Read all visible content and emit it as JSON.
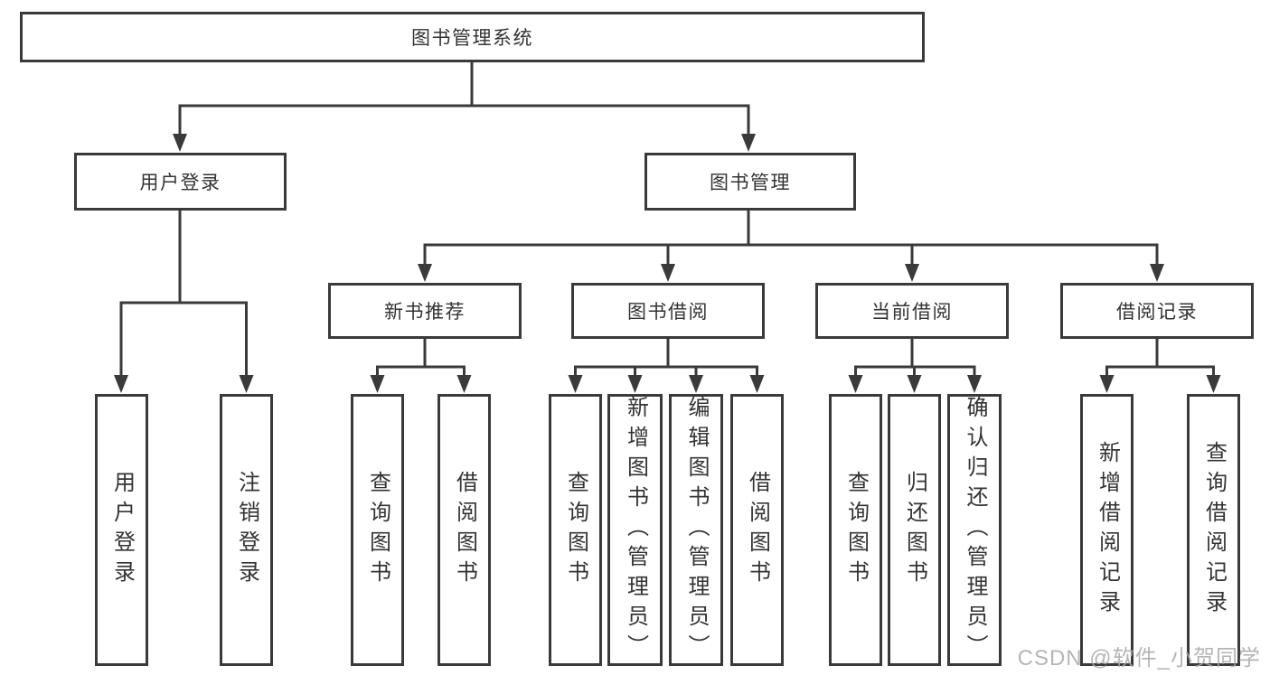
{
  "nodes": {
    "root": {
      "label": "图书管理系统"
    },
    "user_login": {
      "label": "用户登录"
    },
    "book_mgmt": {
      "label": "图书管理"
    },
    "new_book_rec": {
      "label": "新书推荐"
    },
    "book_borrow": {
      "label": "图书借阅"
    },
    "current_borrow": {
      "label": "当前借阅"
    },
    "borrow_records": {
      "label": "借阅记录"
    },
    "leaf_user_login": {
      "label": "用户登录"
    },
    "leaf_logout": {
      "label": "注销登录"
    },
    "leaf_nb_query": {
      "label": "查询图书"
    },
    "leaf_nb_borrow": {
      "label": "借阅图书"
    },
    "leaf_bb_query": {
      "label": "查询图书"
    },
    "leaf_bb_add": {
      "label": "新增图书（管理员）"
    },
    "leaf_bb_edit": {
      "label": "编辑图书（管理员）"
    },
    "leaf_bb_borrow": {
      "label": "借阅图书"
    },
    "leaf_cb_query": {
      "label": "查询图书"
    },
    "leaf_cb_return": {
      "label": "归还图书"
    },
    "leaf_cb_confirm": {
      "label": "确认归还（管理员）"
    },
    "leaf_br_add": {
      "label": "新增借阅记录"
    },
    "leaf_br_query": {
      "label": "查询借阅记录"
    }
  },
  "hierarchy": {
    "图书管理系统": {
      "用户登录": [
        "用户登录",
        "注销登录"
      ],
      "图书管理": {
        "新书推荐": [
          "查询图书",
          "借阅图书"
        ],
        "图书借阅": [
          "查询图书",
          "新增图书（管理员）",
          "编辑图书（管理员）",
          "借阅图书"
        ],
        "当前借阅": [
          "查询图书",
          "归还图书",
          "确认归还（管理员）"
        ],
        "借阅记录": [
          "新增借阅记录",
          "查询借阅记录"
        ]
      }
    }
  },
  "watermark": {
    "text": "CSDN @软件_小贺同学"
  },
  "colors": {
    "line": "#3a3a3a",
    "text": "#333333",
    "background": "#ffffff",
    "watermark": "#a9a9a9"
  }
}
